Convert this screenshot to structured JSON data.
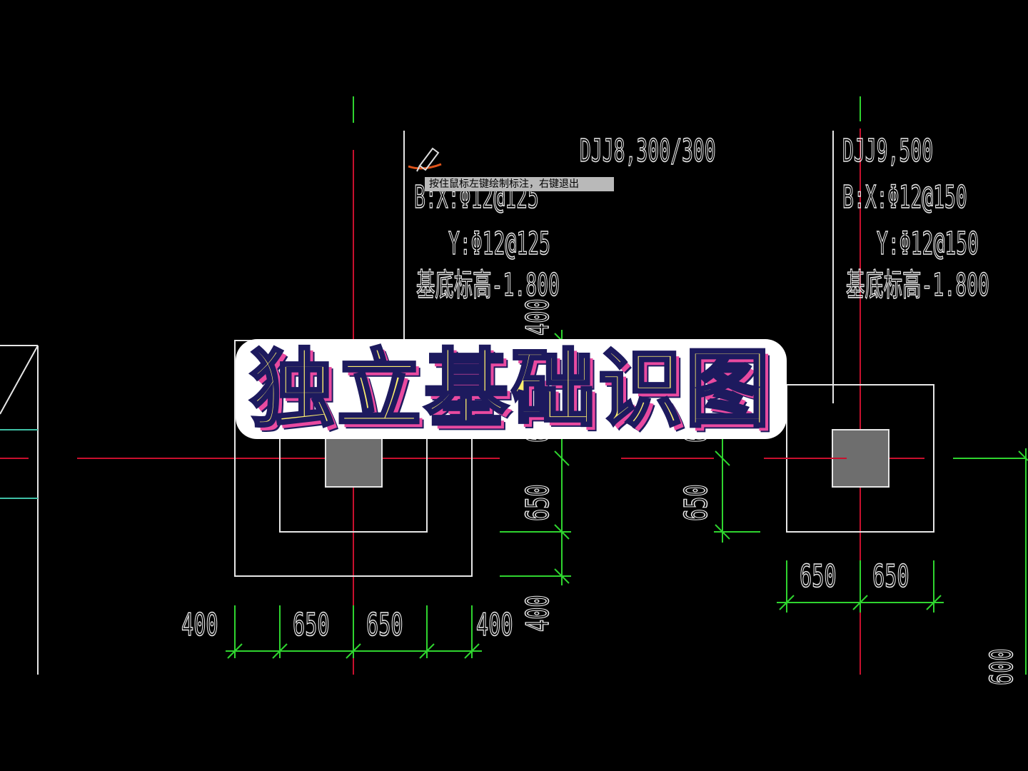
{
  "drawing": {
    "left_foundation": {
      "label": "DJJ8,300/300",
      "rebar_x": "B:X:Φ12@125",
      "rebar_y": "Y:Φ12@125",
      "elevation": "基底标高-1.800",
      "dims_bottom": [
        "400",
        "650",
        "650",
        "400"
      ],
      "dims_right": [
        "400",
        "650",
        "650",
        "400"
      ]
    },
    "right_foundation": {
      "label": "DJJ9,500",
      "rebar_x": "B:X:Φ12@150",
      "rebar_y": "Y:Φ12@150",
      "elevation": "基底标高-1.800",
      "dims_bottom": [
        "650",
        "650"
      ],
      "dims_left": [
        "650",
        "650"
      ]
    },
    "far_right_dim": "600"
  },
  "tooltip": "按住鼠标左键绘制标注，右键退出",
  "cursor_icon": "pen-icon",
  "overlay_title": "独立基础识图",
  "colors": {
    "background": "#000000",
    "axis": "#c8102e",
    "dimension": "#2fd42f",
    "outline": "#e6e6e6",
    "column": "#6e6e6e",
    "title_fill": "#fff06e",
    "title_shadow": "#e94aa0"
  }
}
